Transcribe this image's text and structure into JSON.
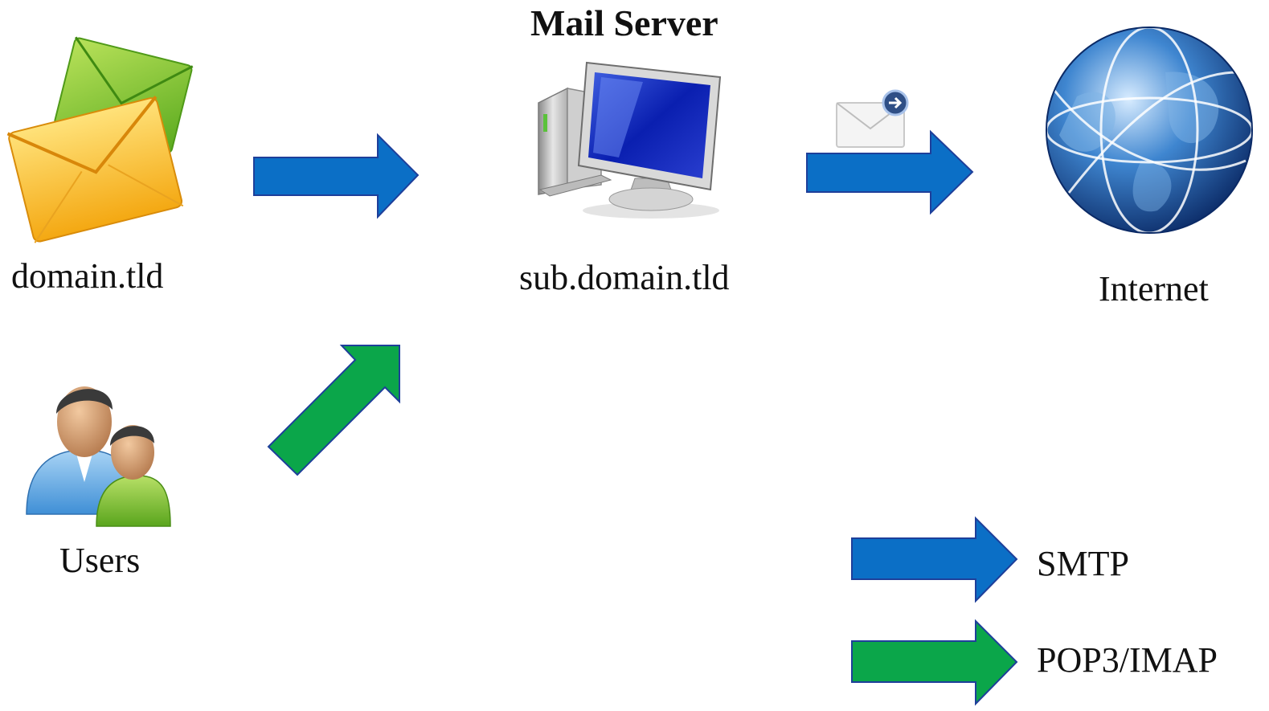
{
  "title": "Mail Server",
  "nodes": {
    "source": {
      "label": "domain.tld",
      "icon": "envelopes-icon"
    },
    "server": {
      "label": "sub.domain.tld",
      "icon": "computer-icon"
    },
    "internet": {
      "label": "Internet",
      "icon": "globe-icon"
    },
    "users": {
      "label": "Users",
      "icon": "users-icon"
    }
  },
  "legend": {
    "smtp": {
      "label": "SMTP",
      "color": "#0B6FC6"
    },
    "pop3": {
      "label": "POP3/IMAP",
      "color": "#0BA64A"
    }
  },
  "colors": {
    "smtp_arrow": "#0B6FC6",
    "smtp_stroke": "#1E3F9A",
    "pop3_arrow": "#0BA64A",
    "pop3_stroke": "#1E3F9A"
  }
}
